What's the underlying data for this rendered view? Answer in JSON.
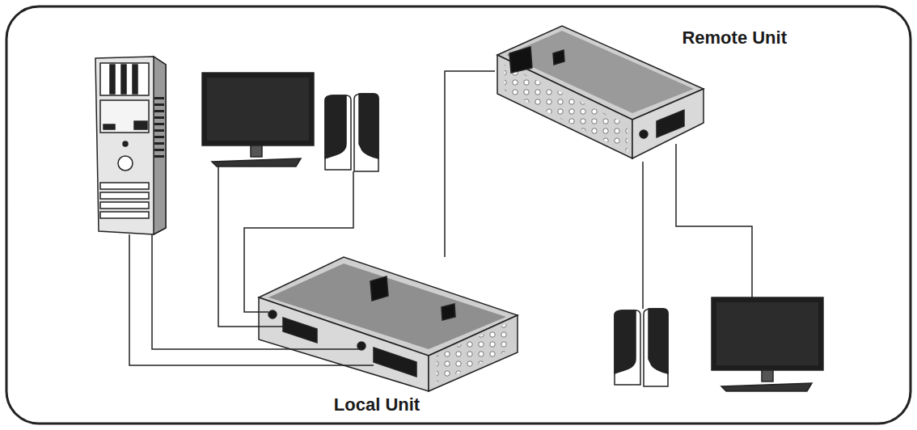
{
  "diagram": {
    "nodes": [
      {
        "text": [
          "Remote Unit"
        ]
      },
      {
        "text": [
          "Local Unit"
        ]
      }
    ],
    "edges": [
      {
        "from": 1,
        "to": 0,
        "arrow": "none"
      }
    ]
  }
}
